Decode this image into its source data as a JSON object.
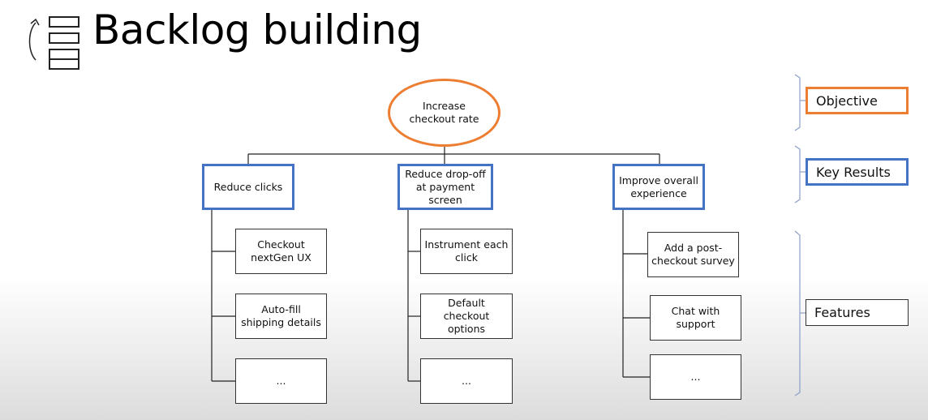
{
  "slide": {
    "title": "Backlog building",
    "logo_icon": "backlog-icon"
  },
  "objective": {
    "label": "Increase checkout rate",
    "color": "#ed7d31"
  },
  "key_results": [
    {
      "label": "Reduce clicks",
      "features": [
        "Checkout nextGen UX",
        "Auto-fill shipping details",
        "..."
      ]
    },
    {
      "label": "Reduce drop-off at payment screen",
      "features": [
        "Instrument each click",
        "Default checkout options",
        "..."
      ]
    },
    {
      "label": "Improve overall experience",
      "features": [
        "Add a post-checkout survey",
        "Chat with support",
        "..."
      ]
    }
  ],
  "legend": {
    "objective": "Objective",
    "key_results": "Key Results",
    "features": "Features"
  },
  "colors": {
    "objective_border": "#ed7d31",
    "key_result_border": "#4472c4",
    "feature_border": "#333333"
  }
}
